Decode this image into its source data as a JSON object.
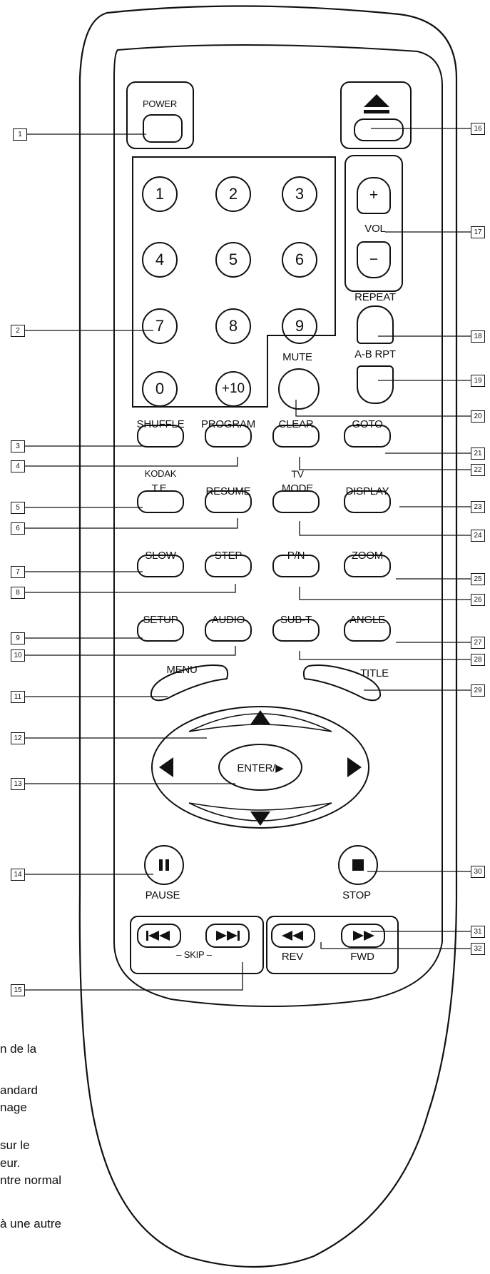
{
  "buttons": {
    "power": "POWER",
    "digits": [
      "1",
      "2",
      "3",
      "4",
      "5",
      "6",
      "7",
      "8",
      "9",
      "0",
      "+10"
    ],
    "vol": "VOL",
    "vol_plus": "+",
    "vol_minus": "−",
    "repeat": "REPEAT",
    "ab_rpt": "A-B RPT",
    "mute": "MUTE",
    "shuffle": "SHUFFLE",
    "program": "PROGRAM",
    "clear": "CLEAR",
    "goto": "GOTO",
    "kodak": "KODAK",
    "te": "T.E.",
    "resume": "RESUME",
    "tv": "TV",
    "mode": "MODE",
    "display": "DISPLAY",
    "slow": "SLOW",
    "step": "STEP",
    "pn": "P/N",
    "zoom": "ZOOM",
    "setup": "SETUP",
    "audio": "AUDIO",
    "subt": "SUB-T",
    "angle": "ANGLE",
    "menu": "MENU",
    "title": "TITLE",
    "enter": "ENTER/▶",
    "pause": "PAUSE",
    "stop": "STOP",
    "skip": "– SKIP –",
    "rev": "REV",
    "fwd": "FWD"
  },
  "callouts": [
    "1",
    "2",
    "3",
    "4",
    "5",
    "6",
    "7",
    "8",
    "9",
    "10",
    "11",
    "12",
    "13",
    "14",
    "15",
    "16",
    "17",
    "18",
    "19",
    "20",
    "21",
    "22",
    "23",
    "24",
    "25",
    "26",
    "27",
    "28",
    "29",
    "30",
    "31",
    "32"
  ],
  "side_text": [
    "n de la",
    "andard",
    "nage",
    "sur le",
    "eur.",
    "ntre normal",
    "à une autre"
  ],
  "icons": {
    "eject": "eject-icon",
    "up": "arrow-up-icon",
    "down": "arrow-down-icon",
    "left": "arrow-left-icon",
    "right": "arrow-right-icon",
    "pause": "pause-icon",
    "stop": "stop-icon",
    "prev": "skip-back-icon",
    "next": "skip-forward-icon",
    "rev": "rewind-icon",
    "fwd": "fast-forward-icon"
  }
}
